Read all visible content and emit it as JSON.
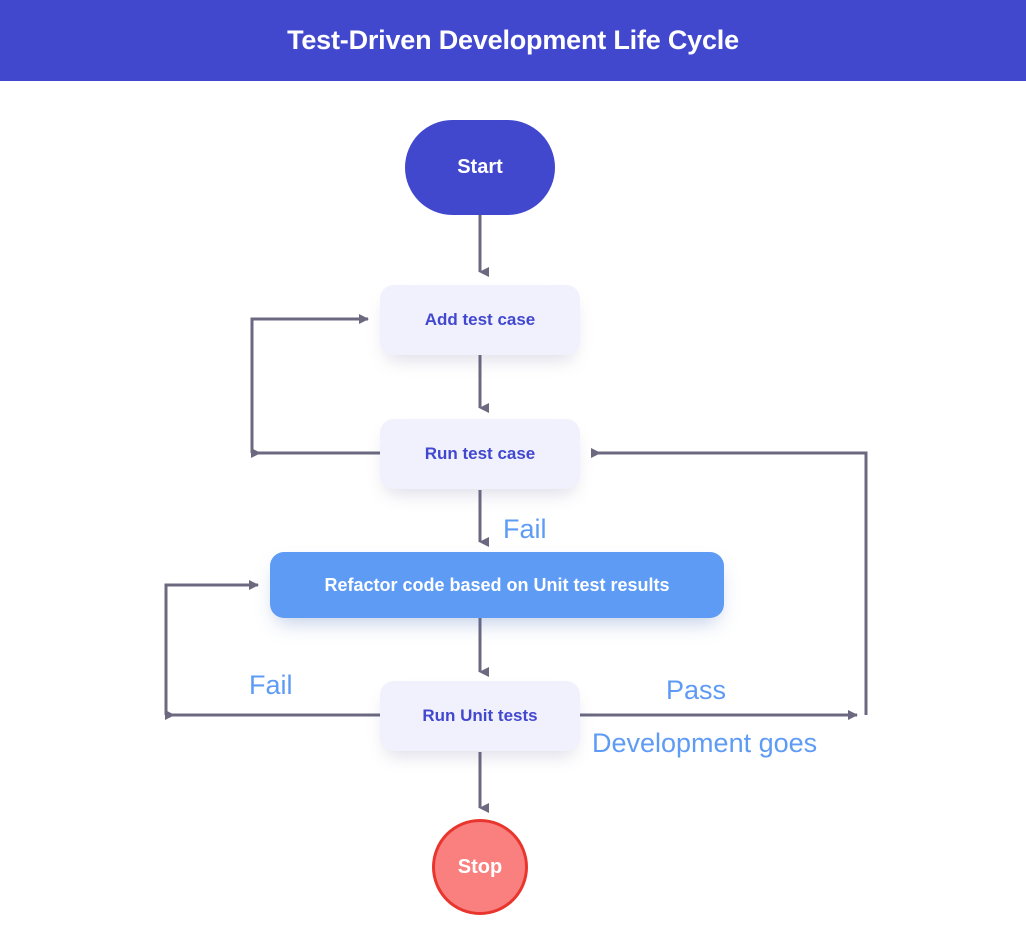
{
  "header": {
    "title": "Test-Driven Development Life Cycle",
    "background_color": "#4248ce",
    "text_color": "#ffffff"
  },
  "palette": {
    "brand_blue_purple": "#4248ce",
    "accent_blue": "#5e9bf5",
    "node_light_fill": "#f1f1fe",
    "stop_fill": "#f9807f",
    "stop_border": "#e8362e",
    "connector": "#6b6880",
    "canvas": "#ffffff"
  },
  "diagram": {
    "nodes": [
      {
        "id": "start",
        "label": "Start",
        "shape": "terminator",
        "fill": "#4248ce",
        "text_color": "#ffffff"
      },
      {
        "id": "add",
        "label": "Add test case",
        "shape": "process",
        "fill": "#f1f1fe",
        "text_color": "#4248ce"
      },
      {
        "id": "runtest",
        "label": "Run test case",
        "shape": "process",
        "fill": "#f1f1fe",
        "text_color": "#4248ce"
      },
      {
        "id": "refactor",
        "label": "Refactor code based on Unit test results",
        "shape": "process",
        "fill": "#5e9bf5",
        "text_color": "#ffffff"
      },
      {
        "id": "rununit",
        "label": "Run Unit tests",
        "shape": "process",
        "fill": "#f1f1fe",
        "text_color": "#4248ce"
      },
      {
        "id": "stop",
        "label": "Stop",
        "shape": "terminator",
        "fill": "#f9807f",
        "text_color": "#ffffff"
      }
    ],
    "edge_labels": [
      {
        "id": "fail-runtest",
        "text": "Fail",
        "color": "#5e9bf5"
      },
      {
        "id": "fail-rununit",
        "text": "Fail",
        "color": "#5e9bf5"
      },
      {
        "id": "pass-rununit",
        "text": "Pass",
        "color": "#5e9bf5"
      },
      {
        "id": "dev-goes",
        "text": "Development goes",
        "color": "#5e9bf5"
      }
    ],
    "edges": [
      {
        "from": "start",
        "to": "add",
        "label": ""
      },
      {
        "from": "add",
        "to": "runtest",
        "label": ""
      },
      {
        "from": "runtest",
        "to": "add",
        "label": ""
      },
      {
        "from": "runtest",
        "to": "refactor",
        "label": "Fail"
      },
      {
        "from": "refactor",
        "to": "rununit",
        "label": ""
      },
      {
        "from": "rununit",
        "to": "refactor",
        "label": "Fail"
      },
      {
        "from": "rununit",
        "to": "runtest",
        "label": "Pass"
      },
      {
        "from": "rununit",
        "to": "stop",
        "label": ""
      }
    ]
  }
}
